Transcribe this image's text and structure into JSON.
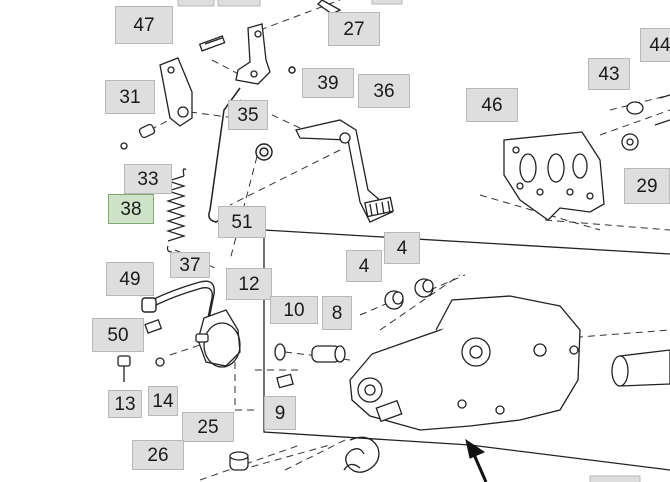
{
  "callouts": {
    "c47": "47",
    "c27": "27",
    "c44": "44",
    "c31": "31",
    "c39": "39",
    "c36": "36",
    "c43": "43",
    "c35": "35",
    "c46": "46",
    "c33": "33",
    "c29": "29",
    "c38": "38",
    "c51": "51",
    "c4a": "4",
    "c4b": "4",
    "c37": "37",
    "c49": "49",
    "c12": "12",
    "c10": "10",
    "c8": "8",
    "c50": "50",
    "c9": "9",
    "c13": "13",
    "c14": "14",
    "c25": "25",
    "c26": "26"
  },
  "highlighted_callout": "38",
  "colors": {
    "highlight": "#cfe3c9",
    "callout": "#dedede",
    "ink": "#1a1a1a"
  }
}
